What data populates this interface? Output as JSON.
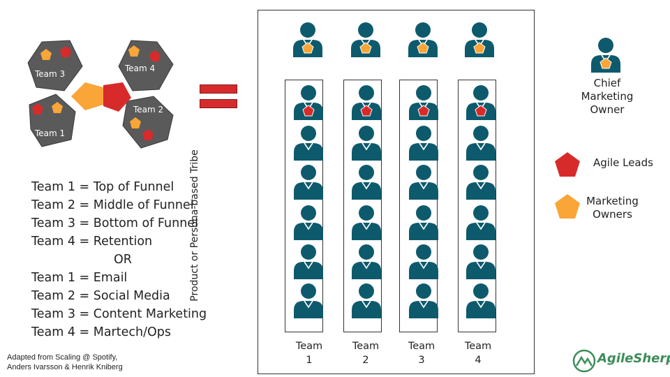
{
  "hexagons": {
    "team3": "Team 3",
    "team4": "Team 4",
    "team1": "Team 1",
    "team2": "Team 2"
  },
  "definitions": [
    "Team 1 = Top of Funnel",
    "Team 2 = Middle of Funnel",
    "Team 3 = Bottom of Funnel",
    "Team 4 = Retention",
    "OR",
    "Team 1 = Email",
    "Team 2 = Social Media",
    "Team 3 = Content Marketing",
    "Team 4 = Martech/Ops"
  ],
  "credit": {
    "line1": "Adapted from Scaling @ Spotify,",
    "line2": "Anders Ivarsson & Henrik Kniberg"
  },
  "tribe_label": "Product or Persona-based Tribe",
  "teams": [
    {
      "name": "Team",
      "num": "1"
    },
    {
      "name": "Team",
      "num": "2"
    },
    {
      "name": "Team",
      "num": "3"
    },
    {
      "name": "Team",
      "num": "4"
    }
  ],
  "legend": {
    "cmo": [
      "Chief",
      "Marketing",
      "Owner"
    ],
    "agile_leads": "Agile Leads",
    "marketing_owners": [
      "Marketing",
      "Owners"
    ]
  },
  "logo": "AgileSherpas",
  "colors": {
    "person": "#0e5a6d",
    "agile_lead": "#d72b2b",
    "marketing_owner": "#f9a537",
    "hexagon": "#5a5a5a"
  }
}
